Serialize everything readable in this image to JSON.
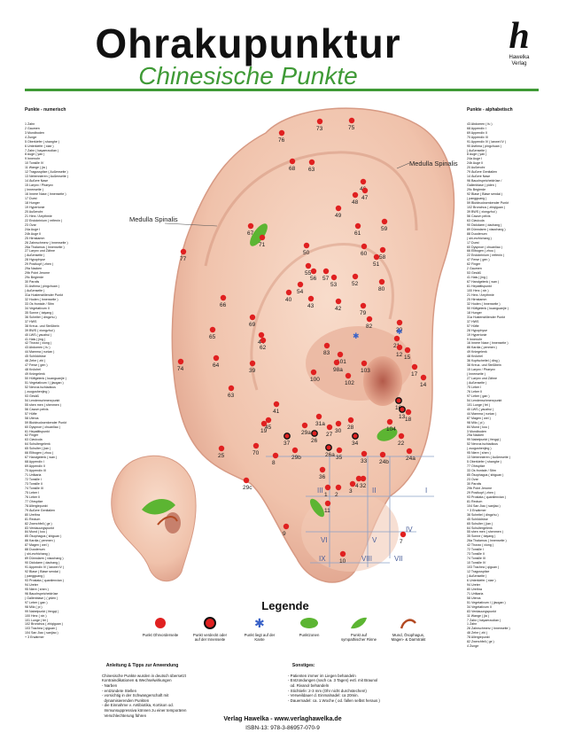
{
  "header": {
    "title": "Ohrakupunktur",
    "subtitle": "Chinesische Punkte",
    "logo_letter": "h",
    "logo_text": "Hawelka Verlag"
  },
  "colors": {
    "accent": "#3f9a36",
    "point": "#e02020",
    "skin": "#f4cdb8",
    "skin_shadow": "#e3a58f"
  },
  "left_list": {
    "title": "Punkte - numerisch",
    "entries": [
      "1 Zahn",
      "2 Gaumen",
      "3 Mundboden",
      "4 Zunge",
      "5 Oberkiefer ( shanghe )",
      "6 Unterkiefer ( xiae )",
      "7 Zahn ( bayaerzudian )",
      "8 Auge ( yan )",
      "9 Innenohr",
      "10 Tonsille IV",
      "11 Wange ( jia )",
      "12 Tragusspitze ( Außenseite )",
      "13 Nebennieren ( Außenseite )",
      "14 Äußere Nase",
      "15 Larynx / Pharynx",
      "( Innenseite )",
      "16 Innere Nase ( Innenseite )",
      "17 Durst",
      "18 Hunger",
      "19 Hypertonie",
      "20 Außenohr",
      "21 Herz / Arrythmie",
      "22 Endokrinium ( reifenin )",
      "23 Ovar",
      "24a Auge I",
      "24b Auge II",
      "25 Hirnstamm",
      "26 Zahnschmerz ( Innenseite )",
      "26a Thalamus ( Innenseite )",
      "27 Larynx und Zähne",
      "( Außenseite )",
      "28 Hypophyse",
      "29 Postkopf ( zhen )",
      "29a Nacken",
      "29b Point Jerome",
      "29c Begierde",
      "30 Parotis",
      "31 Asthma ( pingchuan )",
      "( Außenseite )",
      "31a Hustenstillender Punkt",
      "32 Hoden ( Innenseite )",
      "33 Os frontale / Stirn",
      "34 Vegetativum II",
      "35 Sonne ( taiyang )",
      "36 Scheitel ( dingzhu )",
      "37 HWS",
      "38 Kreuz- und Steißbein",
      "39 BWS ( xiongzhui )",
      "40 LWS ( yaozhui )",
      "41 Hals ( jing )",
      "42 Thorax ( xiong )",
      "43 Abdomen ( fu )",
      "44 Mamma ( runian )",
      "45 Schilddrüse",
      "46 Zehe ( zhi )",
      "47 Ferse ( gen )",
      "48 Knöchel",
      "49 Kniegelenk",
      "50 Hüftgelenk ( kuanguanjie )",
      "51 Vegetativum I ( jiaogan )",
      "52 Nervus ischiadicus",
      "( zuogushenjing )",
      "53 Gesäß",
      "54 Lendenschmerzpunkt",
      "55 shen men ( shenmen )",
      "56 Cavum pelvis",
      "57 Hüfte",
      "58 Uterus",
      "59 Blutdrucksenkender Punkt",
      "60 Dyspnoe ( chuanliao )",
      "61 Hepatitispunkt",
      "62 Finger",
      "63 Clavicula",
      "64 Schultergelenk",
      "65 Schulter ( jian )",
      "66 Ellbogen ( zhou )",
      "67 Handgelenk ( wan )",
      "68 Appendix I",
      "69 Appendix II",
      "70 Appendix III",
      "71 Urtikaria",
      "72 Tonsille I",
      "73 Tonsille II",
      "74 Tonsille III",
      "75 Leber I",
      "76 Leber II",
      "77 Ohrspitze",
      "78 Allergiepunkt",
      "79 Äußere Genitalien",
      "80 Urethra",
      "81 Rectum",
      "82 Zwerchfell ( ge )",
      "83 Verdauungspunkt",
      "84 Mund ( kou )",
      "85 Ösophagus ( shiguan )",
      "86 Kardia ( penmen )",
      "87 Magen ( wei )",
      "88 Duodenum",
      "( shi-erzhichang )",
      "89 Dünndarm ( xiaochang )",
      "90 Dickdarm ( dachang )",
      "91 Appendix IV ( lanwei IV )",
      "92 Blase ( Blase sendai )",
      "( pangguang )",
      "93 Prostata ( quanlienxian )",
      "94 Ureter",
      "95 Niere ( shen )",
      "96 Bauchspeicheldrüse",
      "( Gallenblase ) ( yiden )",
      "97 Leber ( gan )",
      "98 Milz ( pi )",
      "99 Nabelpunkt ( fengqi )",
      "100 Herz ( xin )",
      "101 Lunge ( fei )",
      "102 Bronchus ( zhiqiguan )",
      "103 Trachea ( qiguan )",
      "104 San Jiao ( sanjiao )",
      "+ 3 Erwärmer"
    ]
  },
  "right_list": {
    "title": "Punkte - alphabetisch",
    "entries": [
      "43 Abdomen ( fu )",
      "68 Appendix I",
      "69 Appendix II",
      "70 Appendix III",
      "91 Appendix IV ( lanwei IV )",
      "90 Asthma ( pingchuan )",
      "( Außenseite )",
      "8 Auge ( yan )",
      "24a Auge I",
      "24b Auge II",
      "20 Außenohr",
      "79 Äußere Genitalien",
      "14 Äußere Nase",
      "96 Bauchspeicheldrüse /",
      "Gallenblase ( yiden )",
      "29c Begierde",
      "92 Blase ( Blase sendai )",
      "( pangguang )",
      "59 Blutdrucksenkender Punkt",
      "102 Bronchus ( zhiqiguan )",
      "39 BWS ( xiongzhui )",
      "56 Cavum pelvis",
      "63 Clavicula",
      "90 Dickdarm ( dachang )",
      "89 Dünndarm ( xiaochang )",
      "88 Duodenum",
      "( shi-erzhichang )",
      "17 Durst",
      "60 Dyspnoe ( chuanliao )",
      "66 Ellbogen ( zhou )",
      "22 Endokrinium ( reifenin )",
      "47 Ferse ( gen )",
      "62 Finger",
      "2 Gaumen",
      "53 Gesäß",
      "41 Hals ( jing )",
      "67 Handgelenk ( wan )",
      "61 Hepatitispunkt",
      "100 Herz ( xin )",
      "21 Herz / Arrythmie",
      "25 Hirnstamm",
      "32 Hoden ( Innenseite )",
      "50 Hüftgelenk ( kuanguanjie )",
      "18 Hunger",
      "31a Hustenstillender Punkt",
      "37 HWS",
      "57 Hüfte",
      "28 Hypophyse",
      "19 Hypertonie",
      "9 Innenohr",
      "16 Innere Nase ( Innenseite )",
      "86 Kardia ( penmen )",
      "49 Kniegelenk",
      "48 Knöchel",
      "36 Kopfscheitel ( ding )",
      "38 Kreuz- und Steißbein",
      "15 Larynx / Pharynx",
      "( Innenseite )",
      "27 Larynx und Zähne",
      "( Außenseite )",
      "75 Leber I",
      "76 Leber II",
      "97 Leber ( gan )",
      "54 Lendenschmerzpunkt",
      "101 Lunge ( fei )",
      "40 LWS ( yaozhui )",
      "44 Mamma ( runian )",
      "87 Magen ( wei )",
      "98 Milz ( pi )",
      "84 Mund ( kou )",
      "3 Mundboden",
      "29a Nacken",
      "99 Nabelpunkt ( fengqi )",
      "52 Nervus ischiadicus",
      "( zuogushenjing )",
      "95 Niere ( shen )",
      "13 Nebennieren ( Außenseite )",
      "5 Oberkiefer ( shanghe )",
      "77 Ohrspitze",
      "33 Os frontale / Stirn",
      "85 Ösophagus ( shiguan )",
      "23 Ovar",
      "30 Parotis",
      "29b Point Jerome",
      "29 Postkopf ( zhen )",
      "93 Prostata ( quanlienxian )",
      "81 Rectum",
      "104 San Jiao ( sanjiao )",
      "+ 3 Erwärmer",
      "36 Scheitel ( dingzhu )",
      "45 Schilddrüse",
      "65 Schulter ( jian )",
      "64 Schultergelenk",
      "55 shen men ( shenmen )",
      "35 Sonne ( taiyang )",
      "26a Thalamus ( Innenseite )",
      "42 Thorax ( xiong )",
      "72 Tonsille I",
      "73 Tonsille II",
      "74 Tonsille III",
      "10 Tonsille IV",
      "103 Trachea ( qiguan )",
      "12 Tragusspitze",
      "( Außenseite )",
      "6 Unterkiefer ( xiae )",
      "94 Ureter",
      "80 Urethra",
      "71 Urtikaria",
      "58 Uterus",
      "51 Vegetativum I ( jiaogan )",
      "34 Vegetativum II",
      "83 Verdauungspunkt",
      "11 Wange ( jia )",
      "7 Zahn ( bayaerzudian )",
      "1 Zahn",
      "26 Zahnschmerz ( Innenseite )",
      "46 Zehe ( zhi )",
      "78 Allergiepunkt",
      "82 Zwerchfell ( ge )",
      "4 Zunge"
    ]
  },
  "ear_labels": {
    "medulla_right": "Medulla Spinalis",
    "medulla_left": "Medulla Spinalis"
  },
  "zones": [
    "I",
    "II",
    "III",
    "IV",
    "V",
    "VI",
    "VII",
    "VIII",
    "IX"
  ],
  "points": [
    {
      "label": "76"
    },
    {
      "label": "73"
    },
    {
      "label": "75"
    },
    {
      "label": "68"
    },
    {
      "label": "63"
    },
    {
      "label": "46"
    },
    {
      "label": "48"
    },
    {
      "label": "47"
    },
    {
      "label": "49"
    },
    {
      "label": "61"
    },
    {
      "label": "59"
    },
    {
      "label": "67"
    },
    {
      "label": "71"
    },
    {
      "label": "77"
    },
    {
      "label": "50"
    },
    {
      "label": "60"
    },
    {
      "label": "58"
    },
    {
      "label": "51"
    },
    {
      "label": "55"
    },
    {
      "label": "56"
    },
    {
      "label": "57"
    },
    {
      "label": "53"
    },
    {
      "label": "52"
    },
    {
      "label": "54"
    },
    {
      "label": "80"
    },
    {
      "label": "40"
    },
    {
      "label": "43"
    },
    {
      "label": "66"
    },
    {
      "label": "42"
    },
    {
      "label": "79"
    },
    {
      "label": "69"
    },
    {
      "label": "82"
    },
    {
      "label": "20"
    },
    {
      "label": "65"
    },
    {
      "label": "44"
    },
    {
      "label": "62"
    },
    {
      "label": "21"
    },
    {
      "label": "83"
    },
    {
      "label": "12"
    },
    {
      "label": "15"
    },
    {
      "label": "74"
    },
    {
      "label": "64"
    },
    {
      "label": "39"
    },
    {
      "label": "101"
    },
    {
      "label": "98a"
    },
    {
      "label": "103"
    },
    {
      "label": "100"
    },
    {
      "label": "102"
    },
    {
      "label": "17"
    },
    {
      "label": "14"
    },
    {
      "label": "63"
    },
    {
      "label": "41"
    },
    {
      "label": "16"
    },
    {
      "label": "13"
    },
    {
      "label": "18"
    },
    {
      "label": "45"
    },
    {
      "label": "31a"
    },
    {
      "label": "29a"
    },
    {
      "label": "27"
    },
    {
      "label": "28"
    },
    {
      "label": "30"
    },
    {
      "label": "104"
    },
    {
      "label": "37"
    },
    {
      "label": "26"
    },
    {
      "label": "34"
    },
    {
      "label": "19"
    },
    {
      "label": "22"
    },
    {
      "label": "25"
    },
    {
      "label": "70"
    },
    {
      "label": "8"
    },
    {
      "label": "29b"
    },
    {
      "label": "26a"
    },
    {
      "label": "35"
    },
    {
      "label": "33"
    },
    {
      "label": "24b"
    },
    {
      "label": "24a"
    },
    {
      "label": "36"
    },
    {
      "label": "29c"
    },
    {
      "label": "32"
    },
    {
      "label": "1"
    },
    {
      "label": "2"
    },
    {
      "label": "3"
    },
    {
      "label": "4"
    },
    {
      "label": "11"
    },
    {
      "label": "7"
    },
    {
      "label": "9"
    },
    {
      "label": "10"
    }
  ],
  "legend": {
    "title": "Legende",
    "items": [
      "Punkt Ohrvorderseite",
      "Punkt verdeckt oder auf der Innenseite",
      "Punkt liegt auf der Kante",
      "Punktzonen",
      "Punkt auf sympathischer Rinne",
      "Mund, Ösophagus, Magen- & Darmtrakt"
    ]
  },
  "notes": {
    "left_title": "Anleitung & Tipps zur Anwendung",
    "left_lines": [
      "Chinesische Punkte wurden in deutsch übersetzt",
      "Kontraindikationen & Wechselwirkungen",
      "- Narben",
      "- entzündete Stellen",
      "- vorsichtig in der Schwangerschaft mit",
      "  dynamisierenden Punkten",
      "- die Einnahme v. Antibiotika, Kortison od.",
      "  Immunsuppressiva können zu einer temporären",
      "  Verschlechterung führen"
    ],
    "right_title": "Sonstiges:",
    "right_lines": [
      "- Patienten immer im Liegen behandeln",
      "- Entzündungen (nach ca. 3 Tagen) evtl. mit Braunol",
      "  od. Rivanol behandeln",
      "- Stichtiefe: 2-3 mm (Ohr nicht durchstechen!)",
      "- Verweildauer d. Einmalnadel: ca 20min.",
      "- Dauernadel: ca. 1 Woche ( od. fallen selbst heraus )"
    ]
  },
  "footer": {
    "publisher": "Verlag Hawelka - www.verlaghawelka.de",
    "isbn": "ISBN-13: 978-3-86957-070-9"
  }
}
